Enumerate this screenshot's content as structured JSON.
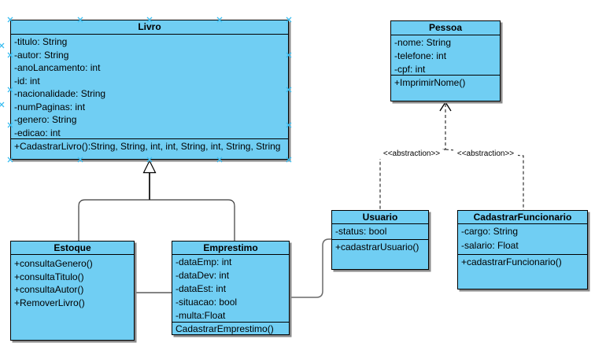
{
  "diagram_type": "uml-class-diagram",
  "classes": [
    {
      "name": "Livro",
      "selected": true,
      "attributes": [
        "-titulo: String",
        "-autor: String",
        "-anoLancamento: int",
        "-id: int",
        "-nacionalidade: String",
        "-numPaginas: int",
        "-genero: String",
        "-edicao: int"
      ],
      "methods": [
        "+CadastrarLivro():String, String, int, int, String, int, String, String"
      ]
    },
    {
      "name": "Pessoa",
      "attributes": [
        "-nome: String",
        "-telefone: int",
        "-cpf: int"
      ],
      "methods": [
        "+ImprimirNome()"
      ]
    },
    {
      "name": "Usuario",
      "attributes": [
        "-status: bool"
      ],
      "methods": [
        "+cadastrarUsuario()"
      ]
    },
    {
      "name": "CadastrarFuncionario",
      "attributes": [
        "-cargo: String",
        "-salario: Float"
      ],
      "methods": [
        "+cadastrarFuncionario()"
      ]
    },
    {
      "name": "Estoque",
      "attributes": [],
      "methods": [
        "+consultaGenero()",
        "+consultaTitulo()",
        "+consultaAutor()",
        "+RemoverLivro()"
      ]
    },
    {
      "name": "Emprestimo",
      "attributes": [
        "-dataEmp: int",
        "-dataDev: int",
        "-dataEst: int",
        "-situacao: bool",
        "-multa:Float"
      ],
      "methods": [
        "CadastrarEmprestimo()"
      ]
    }
  ],
  "relationships": [
    {
      "type": "generalization",
      "from": "Estoque",
      "to": "Livro"
    },
    {
      "type": "generalization",
      "from": "Emprestimo",
      "to": "Livro"
    },
    {
      "type": "dependency",
      "from": "Usuario",
      "to": "Pessoa",
      "label": "<<abstraction>>"
    },
    {
      "type": "dependency",
      "from": "CadastrarFuncionario",
      "to": "Pessoa",
      "label": "<<abstraction>>"
    },
    {
      "type": "association",
      "from": "Estoque",
      "to": "Emprestimo"
    },
    {
      "type": "association",
      "from": "Emprestimo",
      "to": "Usuario"
    }
  ],
  "colors": {
    "class_fill": "#70CEF3",
    "class_border": "#000000",
    "shadow": "#8A8A8A",
    "connector": "#3A3A3A",
    "selection_handle": "#3BBDF0",
    "background": "#FFFFFF"
  }
}
